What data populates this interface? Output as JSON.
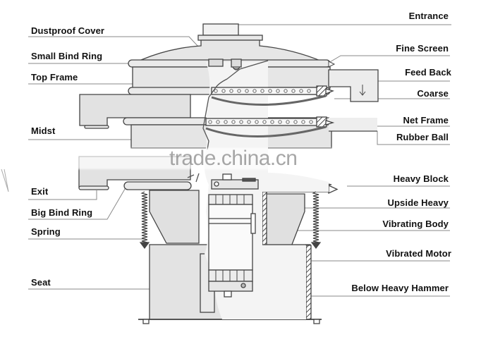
{
  "diagram": {
    "title": "Vibrating Sieve Structure",
    "watermark": "trade.china.cn",
    "colors": {
      "line": "#555555",
      "outline": "#444444",
      "fill": "#e2e2e2",
      "fill_light": "#efefef",
      "text": "#111111",
      "leader": "#8a8a8a"
    },
    "left_labels": [
      {
        "id": "dustproof-cover",
        "text": "Dustproof Cover"
      },
      {
        "id": "small-bind-ring",
        "text": "Small Bind Ring"
      },
      {
        "id": "top-frame",
        "text": "Top Frame"
      },
      {
        "id": "midst",
        "text": "Midst"
      },
      {
        "id": "exit",
        "text": "Exit"
      },
      {
        "id": "big-bind-ring",
        "text": "Big Bind Ring"
      },
      {
        "id": "spring",
        "text": "Spring"
      },
      {
        "id": "seat",
        "text": "Seat"
      }
    ],
    "right_labels": [
      {
        "id": "entrance",
        "text": "Entrance"
      },
      {
        "id": "fine-screen",
        "text": "Fine  Screen"
      },
      {
        "id": "feed-back",
        "text": "Feed Back"
      },
      {
        "id": "coarse",
        "text": "Coarse"
      },
      {
        "id": "net-frame",
        "text": "Net Frame"
      },
      {
        "id": "rubber-ball",
        "text": "Rubber Ball"
      },
      {
        "id": "heavy-block",
        "text": "Heavy Block"
      },
      {
        "id": "upside-heavy",
        "text": "Upside Heavy"
      },
      {
        "id": "vibrating-body",
        "text": "Vibrating Body"
      },
      {
        "id": "vibrated-motor",
        "text": "Vibrated Motor"
      },
      {
        "id": "below-heavy-hammer",
        "text": "Below Heavy  Hammer"
      }
    ]
  }
}
